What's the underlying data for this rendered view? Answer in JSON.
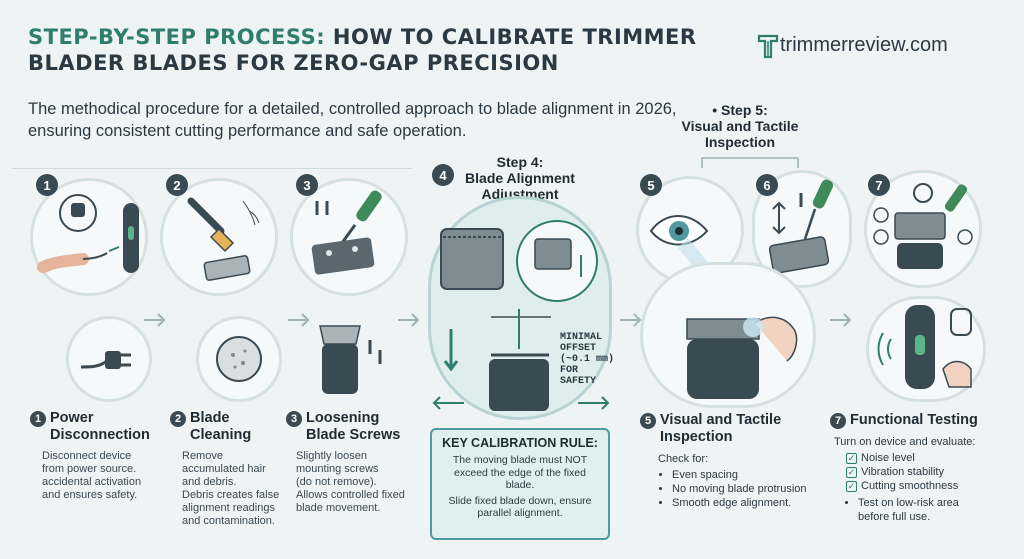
{
  "header": {
    "title_accent": "STEP-BY-STEP PROCESS:",
    "title_rest": "HOW TO CALIBRATE TRIMMER BLADER BLADES FOR ZERO-GAP PRECISION",
    "subtitle": "The methodical procedure for a detailed, controlled approach to blade alignment in 2026, ensuring consistent cutting performance and safe operation.",
    "brand": "trimmerreview.com"
  },
  "step4_header": {
    "line1": "Step 4:",
    "line2": "Blade Alignment",
    "line3": "Adjustment"
  },
  "step5_header": {
    "line1": "• Step 5:",
    "line2": "Visual and Tactile",
    "line3": "Inspection"
  },
  "offset_label": {
    "l1": "MINIMAL",
    "l2": "OFFSET",
    "l3": "(~0.1 mm)",
    "l4": "FOR",
    "l5": "SAFETY"
  },
  "badges": [
    "1",
    "2",
    "3",
    "4",
    "5",
    "6",
    "7"
  ],
  "steps": [
    {
      "num": "1",
      "title1": "Power",
      "title2": "Disconnection",
      "desc": [
        "Disconnect device",
        "from power source.",
        "accidental activation",
        "and ensures safety."
      ]
    },
    {
      "num": "2",
      "title1": "Blade",
      "title2": "Cleaning",
      "desc": [
        "Remove",
        "accumulated hair",
        "and debris.",
        "Debris creates false",
        "alignment readings",
        "and contamination."
      ]
    },
    {
      "num": "3",
      "title1": "Loosening",
      "title2": "Blade Screws",
      "desc": [
        "Slightly loosen",
        "mounting screws",
        "(do not remove).",
        "Allows controlled fixed",
        "blade movement."
      ]
    }
  ],
  "rule": {
    "heading": "KEY CALIBRATION RULE:",
    "line1": "The moving blade must NOT exceed the edge of the fixed blade.",
    "line2": "Slide fixed blade down, ensure parallel alignment."
  },
  "step5": {
    "num": "5",
    "title1": "Visual and Tactile",
    "title2": "Inspection",
    "intro": "Check for:",
    "items": [
      "Even spacing",
      "No moving blade protrusion",
      "Smooth edge alignment."
    ]
  },
  "step7": {
    "num": "7",
    "title": "Functional Testing",
    "intro": "Turn on device and evaluate:",
    "checks": [
      "Noise level",
      "Vibration stability",
      "Cutting smoothness"
    ],
    "final": [
      "Test on low-risk area",
      "before full use."
    ]
  },
  "colors": {
    "accent": "#2f7d6c",
    "dark": "#3a4a52",
    "teal": "#4f9aa0",
    "green": "#3f8a5a"
  }
}
